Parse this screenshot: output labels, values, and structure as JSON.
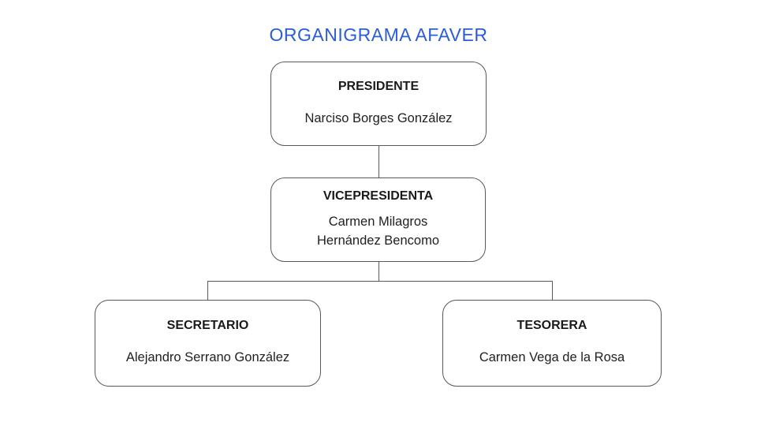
{
  "title": {
    "text": "ORGANIGRAMA AFAVER",
    "color": "#2b5cde"
  },
  "org_chart": {
    "nodes": [
      {
        "id": "presidente",
        "role": "PRESIDENTE",
        "name": "Narciso Borges González"
      },
      {
        "id": "vicepresidenta",
        "role": "VICEPRESIDENTA",
        "name": "Carmen Milagros Hernández Bencomo"
      },
      {
        "id": "secretario",
        "role": "SECRETARIO",
        "name": "Alejandro Serrano González"
      },
      {
        "id": "tesorera",
        "role": "TESORERA",
        "name": "Carmen Vega de la Rosa"
      }
    ],
    "edges": [
      {
        "from": "presidente",
        "to": "vicepresidenta"
      },
      {
        "from": "vicepresidenta",
        "to": "secretario"
      },
      {
        "from": "vicepresidenta",
        "to": "tesorera"
      }
    ],
    "line_color": "#595959",
    "box_border_color": "#595959",
    "background_color": "#ffffff"
  }
}
